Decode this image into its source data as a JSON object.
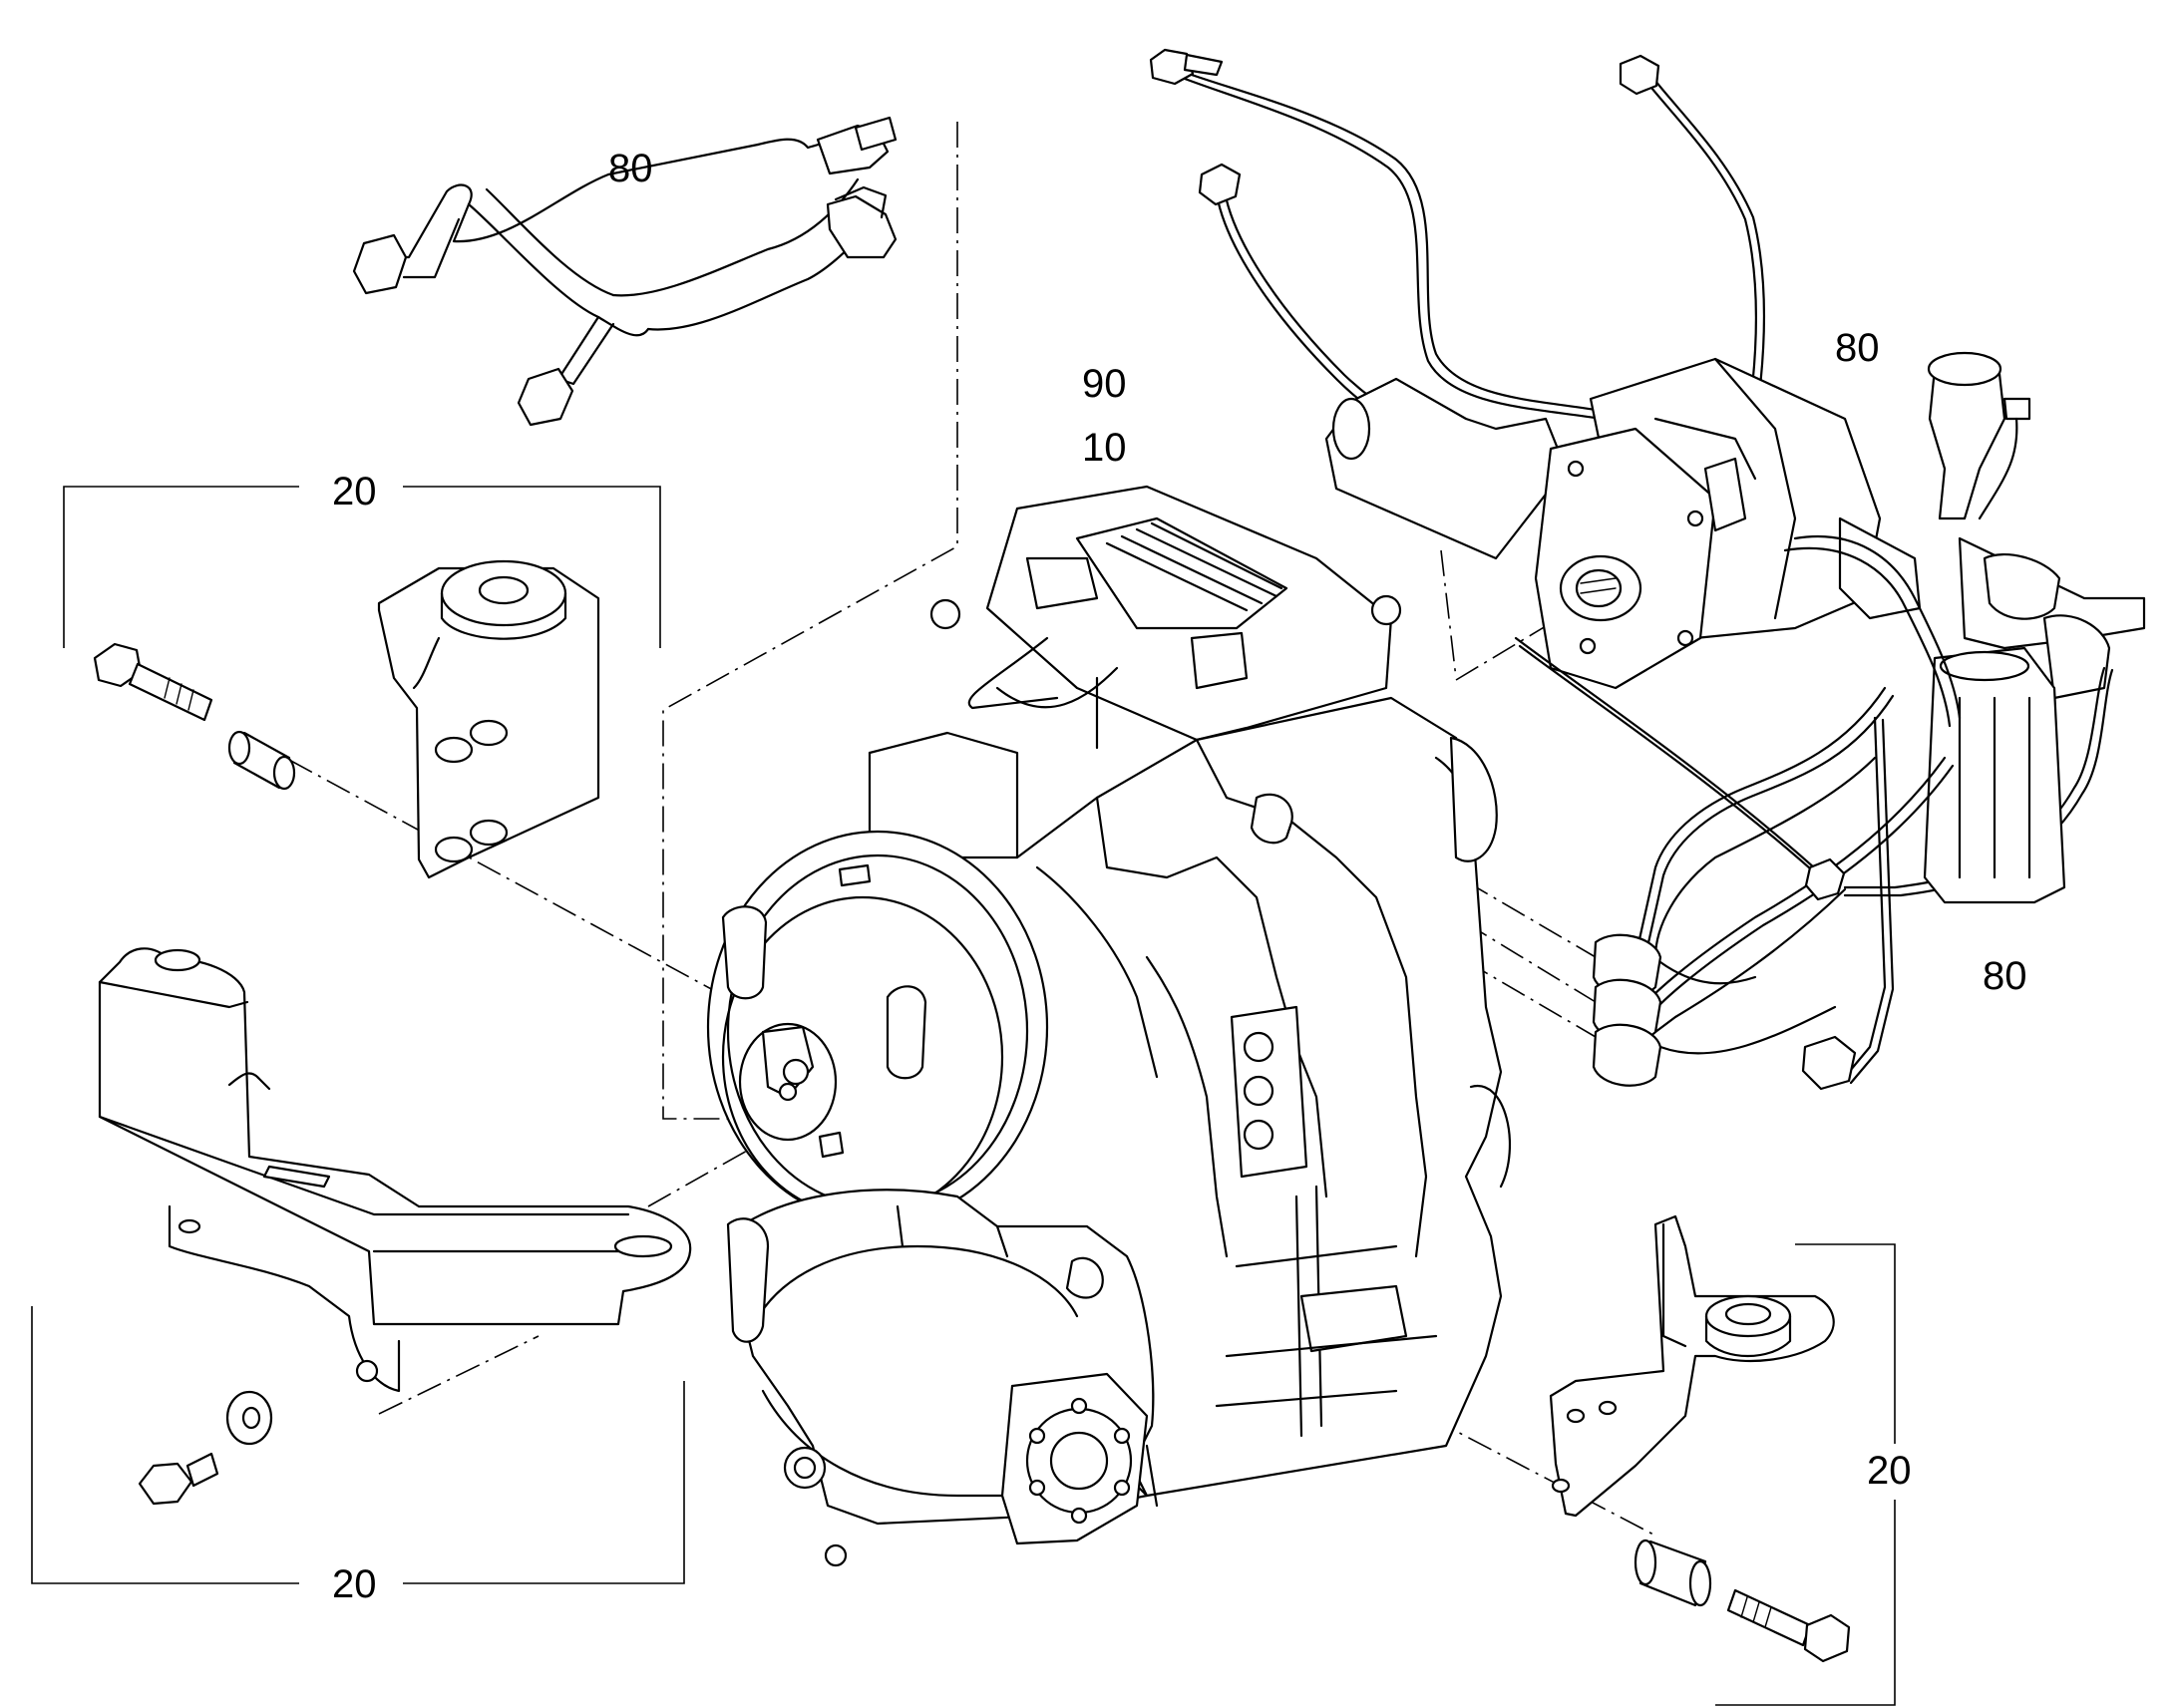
{
  "callouts": {
    "hose_top_left": "80",
    "hoses_top_right": "80",
    "hoses_right": "80",
    "part_90": "90",
    "part_10": "10",
    "bracket_top_left": "20",
    "bracket_bottom_left": "20",
    "bracket_right": "20"
  }
}
